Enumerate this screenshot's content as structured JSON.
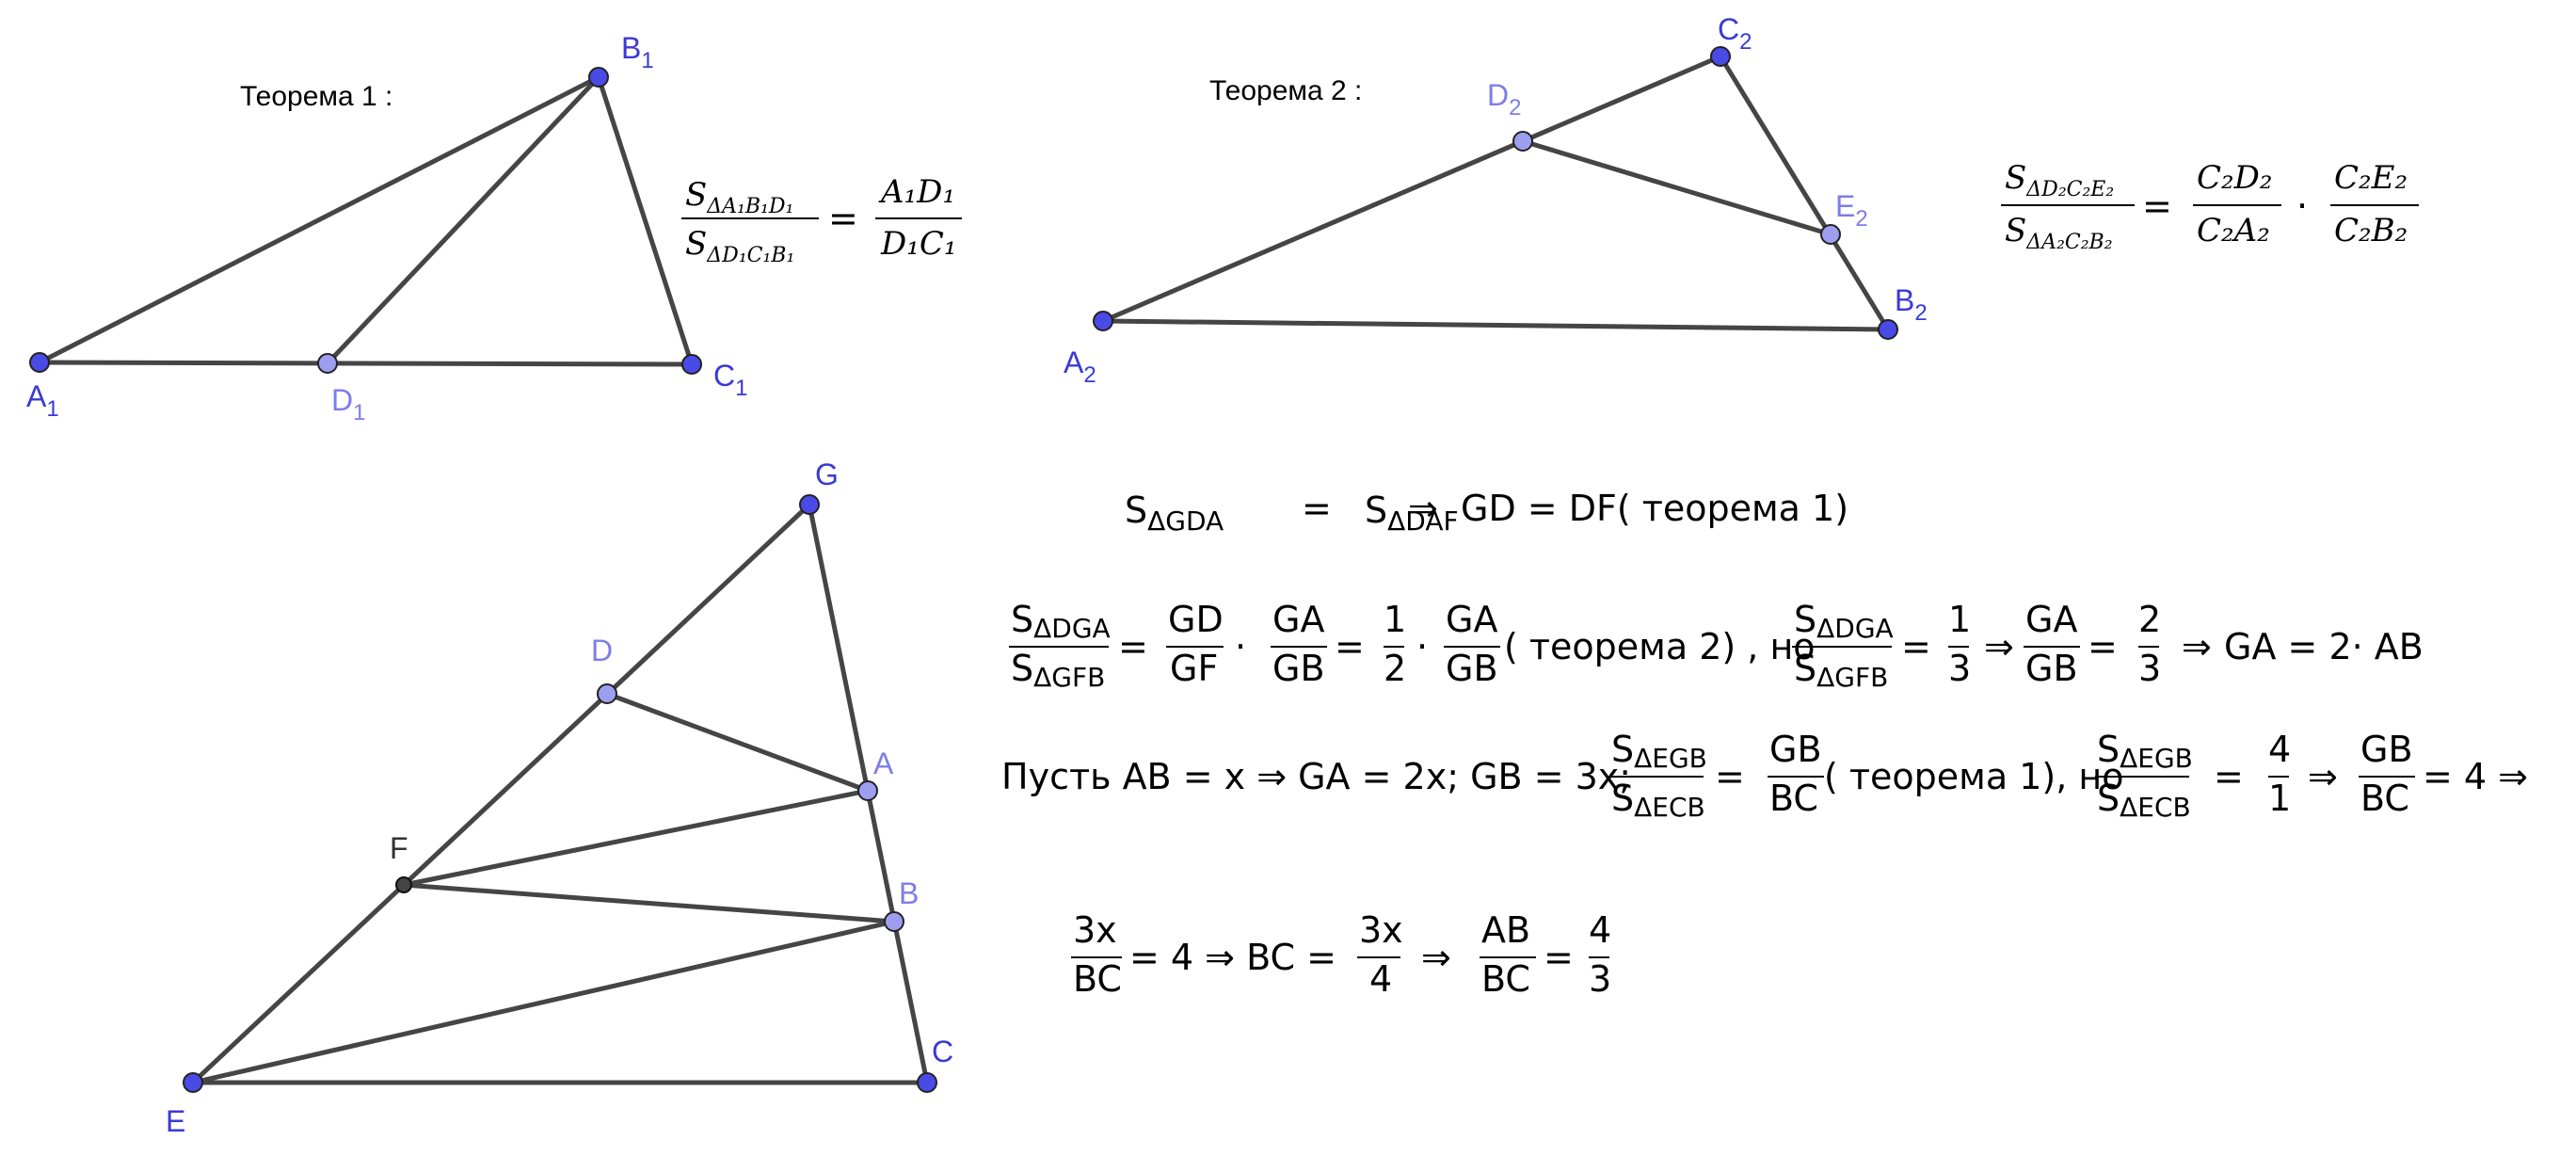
{
  "theorem1": {
    "title": "Теорема 1 :",
    "points": {
      "A1": "A",
      "B1": "B",
      "C1": "C",
      "D1": "D",
      "sub": "1"
    },
    "formula": {
      "lhs_num": "S",
      "lhs_num_sub": "ΔA₁B₁D₁",
      "lhs_den": "S",
      "lhs_den_sub": "ΔD₁C₁B₁",
      "eq": "=",
      "rhs_num": "A₁D₁",
      "rhs_den": "D₁C₁"
    }
  },
  "theorem2": {
    "title": "Теорема  2  :",
    "points": {
      "A2": "A",
      "B2": "B",
      "C2": "C",
      "D2": "D",
      "E2": "E",
      "sub": "2"
    },
    "formula": {
      "lhs_num": "S",
      "lhs_num_sub": "ΔD₂C₂E₂",
      "lhs_den": "S",
      "lhs_den_sub": "ΔA₂C₂B₂",
      "eq": "=",
      "f1_num": "C₂D₂",
      "f1_den": "C₂A₂",
      "dot": "·",
      "f2_num": "C₂E₂",
      "f2_den": "C₂B₂"
    }
  },
  "main_figure": {
    "points": {
      "G": "G",
      "D": "D",
      "A": "A",
      "F": "F",
      "B": "B",
      "E": "E",
      "C": "C"
    }
  },
  "solution": {
    "line1": {
      "s1": "S",
      "s1_sub": "ΔGDA",
      "eq": "=",
      "s2": "S",
      "s2_sub": "ΔDAF",
      "implies": "⇒",
      "rest": "GD = DF( теорема 1)"
    },
    "line2": {
      "f1_num": "S",
      "f1_num_sub": "ΔDGA",
      "f1_den": "S",
      "f1_den_sub": "ΔGFB",
      "eq1": "=",
      "f2_num": "GD",
      "f2_den": "GF",
      "dot1": "·",
      "f3_num": "GA",
      "f3_den": "GB",
      "eq2": "=",
      "f4_num": "1",
      "f4_den": "2",
      "dot2": "·",
      "f5_num": "GA",
      "f5_den": "GB",
      "note": "( теорема 2) ,  но",
      "f6_num": "S",
      "f6_num_sub": "ΔDGA",
      "f6_den": "S",
      "f6_den_sub": "ΔGFB",
      "eq3": "=",
      "f7_num": "1",
      "f7_den": "3",
      "implies1": "⇒",
      "f8_num": "GA",
      "f8_den": "GB",
      "eq4": "=",
      "f9_num": "2",
      "f9_den": "3",
      "implies2": "⇒",
      "rest": "GA = 2· AB"
    },
    "line3": {
      "lead": "Пусть AB = x  ⇒ GA = 2x;  GB = 3x;",
      "f1_num": "S",
      "f1_num_sub": "ΔEGB",
      "f1_den": "S",
      "f1_den_sub": "ΔECB",
      "eq1": "=",
      "f2_num": "GB",
      "f2_den": "BC",
      "note": "( теорема 1),  но",
      "f3_num": "S",
      "f3_num_sub": "ΔEGB",
      "f3_den": "S",
      "f3_den_sub": "ΔECB",
      "eq2": "=",
      "f4_num": "4",
      "f4_den": "1",
      "implies1": "⇒",
      "f5_num": "GB",
      "f5_den": "BC",
      "rest": "= 4  ⇒"
    },
    "line4": {
      "f1_num": "3x",
      "f1_den": "BC",
      "mid": "= 4  ⇒ BC =",
      "f2_num": "3x",
      "f2_den": "4",
      "implies": "⇒",
      "f3_num": "AB",
      "f3_den": "BC",
      "eq": "=",
      "f4_num": "4",
      "f4_den": "3"
    }
  },
  "colors": {
    "line": "#454545",
    "point_fill": "#4a4ae6",
    "point_light": "#9e9ef0",
    "point_dark": "#444444",
    "label_dark": "#3a3ad6",
    "label_light": "#7d7de8",
    "label_black": "#333333"
  }
}
